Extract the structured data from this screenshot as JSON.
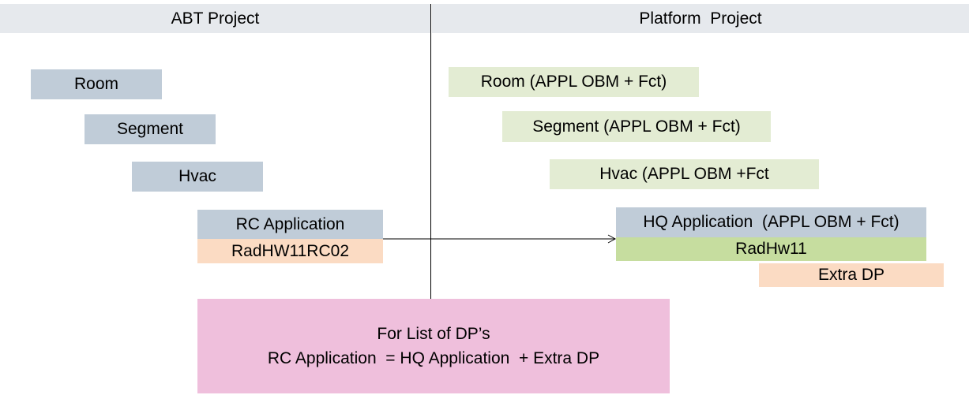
{
  "headers": {
    "left": "ABT Project",
    "right": "Platform  Project"
  },
  "abt": {
    "room": "Room",
    "segment": "Segment",
    "hvac": "Hvac",
    "rc_application": "RC Application",
    "rc_hw": "RadHW11RC02"
  },
  "platform": {
    "room": "Room (APPL OBM + Fct)",
    "segment": "Segment (APPL OBM + Fct)",
    "hvac": "Hvac (APPL OBM +Fct",
    "hq_application": "HQ Application  (APPL OBM + Fct)",
    "hq_hw": "RadHw11",
    "extra_dp": "Extra DP"
  },
  "note": {
    "line1": "For List of DP’s",
    "line2": "RC Application  = HQ Application  + Extra DP"
  },
  "colors": {
    "header_bg": "#e6e9ed",
    "abt_box": "#c0ccd8",
    "platform_box": "#e3ecd3",
    "hw_green": "#c6dd9f",
    "peach": "#fbdbc3",
    "note_pink": "#efbfdc"
  }
}
